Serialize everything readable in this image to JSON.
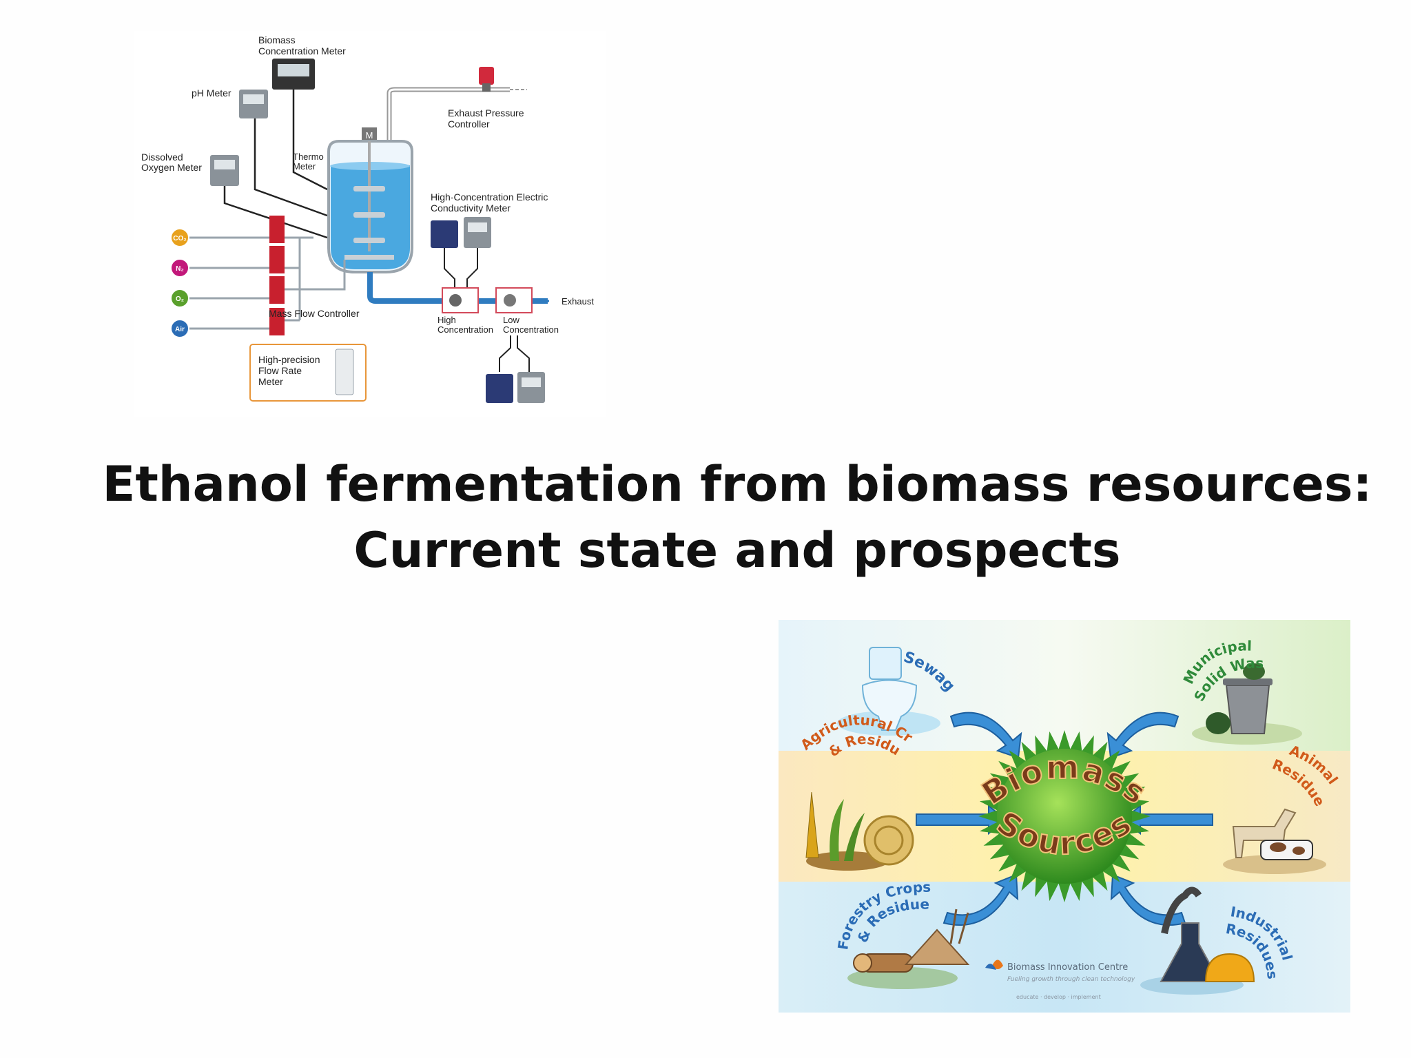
{
  "slide": {
    "title_line1": "Ethanol fermentation from biomass resources:",
    "title_line2": "Current state and prospects"
  },
  "bioreactor": {
    "labels": {
      "biomass_meter_1": "Biomass",
      "biomass_meter_2": "Concentration Meter",
      "ph_meter": "pH Meter",
      "do_meter_1": "Dissolved",
      "do_meter_2": "Oxygen Meter",
      "thermo_1": "Thermo",
      "thermo_2": "Meter",
      "motor": "M",
      "exhaust_pressure_1": "Exhaust Pressure",
      "exhaust_pressure_2": "Controller",
      "conductivity_1": "High-Concentration Electric",
      "conductivity_2": "Conductivity Meter",
      "mass_flow": "Mass Flow Controller",
      "exhaust": "Exhaust",
      "high_conc_1": "High",
      "high_conc_2": "Concentration",
      "low_conc_1": "Low",
      "low_conc_2": "Concentration",
      "flow_meter_1": "High-precision",
      "flow_meter_2": "Flow Rate",
      "flow_meter_3": "Meter"
    },
    "gases": [
      "CO₂",
      "N₂",
      "O₂",
      "Air"
    ],
    "gas_colors": [
      "#e8a11c",
      "#c2187a",
      "#5aa02c",
      "#2b6cb5"
    ]
  },
  "biomass_sources": {
    "center_1": "Biomass",
    "center_2": "Sources",
    "sewage": "Sewage",
    "municipal_1": "Municipal",
    "municipal_2": "Solid Waste",
    "agricultural_1": "Agricultural Crops",
    "agricultural_2": "& Residues",
    "animal_1": "Animal",
    "animal_2": "Residues",
    "forestry_1": "Forestry Crops",
    "forestry_2": "& Residue",
    "industrial_1": "Industrial",
    "industrial_2": "Residues",
    "org_name": "Biomass Innovation Centre",
    "org_tagline": "Fueling growth through clean technology",
    "org_motto": "educate · develop · implement"
  }
}
